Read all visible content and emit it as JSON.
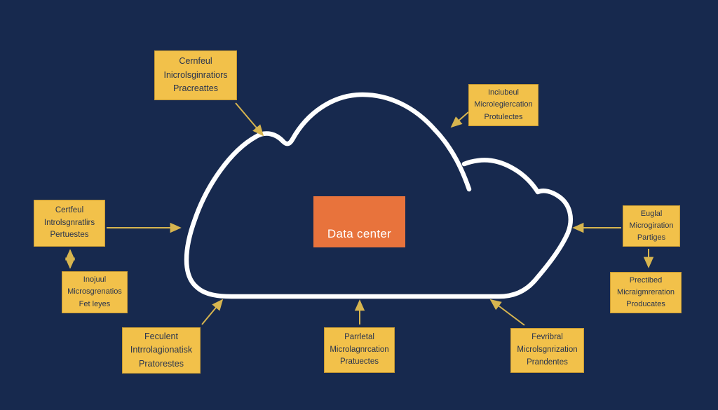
{
  "diagram": {
    "type": "cloud-hub-spoke",
    "background_color": "#17294e",
    "colors": {
      "node_fill": "#F2C14A",
      "node_text": "#29344e",
      "arrow": "#D7B54F",
      "cloud_stroke": "#ffffff",
      "center_fill": "#E8733C",
      "center_text": "#ffffff"
    },
    "center": {
      "label": "Data center"
    },
    "nodes": {
      "top_left": {
        "lines": [
          "Cernfeul",
          "Inicrolsginratiors",
          "Pracreattes"
        ]
      },
      "top_right": {
        "lines": [
          "Inciubeul",
          "Microlegiercation",
          "Protulectes"
        ]
      },
      "left": {
        "lines": [
          "Certfeul",
          "Introlsgnratlirs",
          "Pertuestes"
        ]
      },
      "left_lower": {
        "lines": [
          "Inojuul",
          "Microsgrenatios",
          "Fet leyes"
        ]
      },
      "bottom_left": {
        "lines": [
          "Feculent",
          "Intrrolagionatisk",
          "Pratorestes"
        ]
      },
      "bottom_center": {
        "lines": [
          "Parrletal",
          "Microlagnrcation",
          "Pratuectes"
        ]
      },
      "bottom_right": {
        "lines": [
          "Fevribral",
          "Microlsgnrization",
          "Prandentes"
        ]
      },
      "right": {
        "lines": [
          "Euglal",
          "Microgiration",
          "Partiges"
        ]
      },
      "right_lower": {
        "lines": [
          "Prectibed",
          "Micraigmreration",
          "Producates"
        ]
      }
    }
  }
}
